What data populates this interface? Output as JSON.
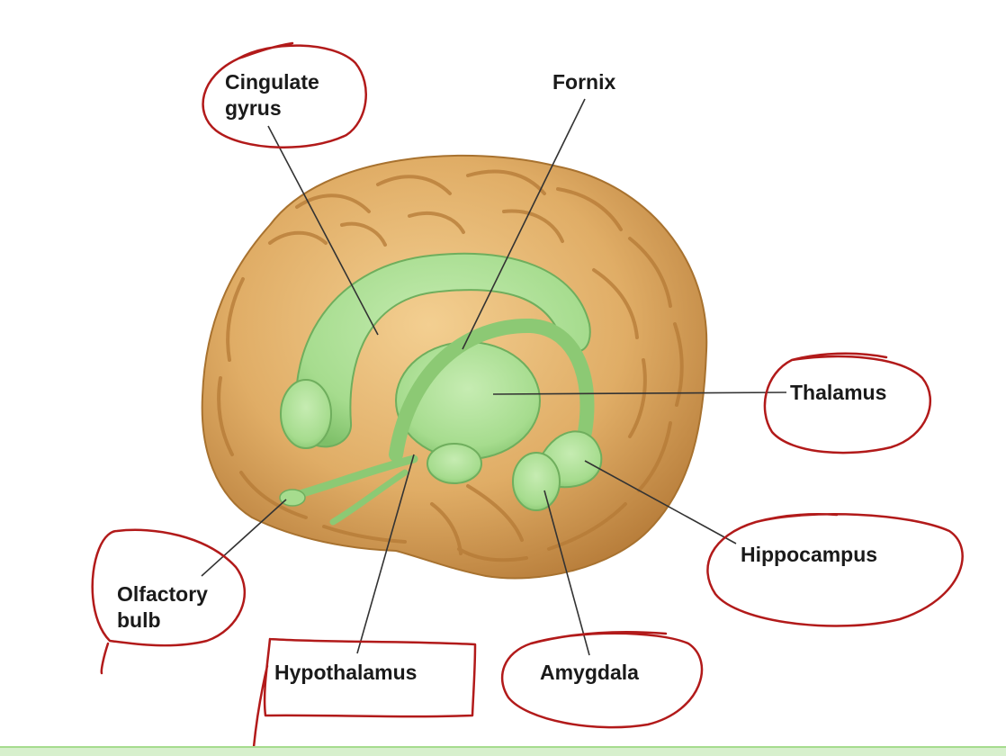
{
  "diagram": {
    "labels": {
      "cingulate_gyrus": {
        "line1": "Cingulate",
        "line2": "gyrus"
      },
      "fornix": "Fornix",
      "thalamus": "Thalamus",
      "hippocampus": "Hippocampus",
      "amygdala": "Amygdala",
      "hypothalamus": "Hypothalamus",
      "olfactory_bulb": {
        "line1": "Olfactory",
        "line2": "bulb"
      }
    },
    "colors": {
      "brain_fill": "#e0ad66",
      "brain_shadow": "#b97f3c",
      "limbic_fill": "#a6dc8e",
      "limbic_edge": "#6fae5d",
      "annotation_ink": "#b21a1a",
      "leader_line": "#333333"
    }
  }
}
